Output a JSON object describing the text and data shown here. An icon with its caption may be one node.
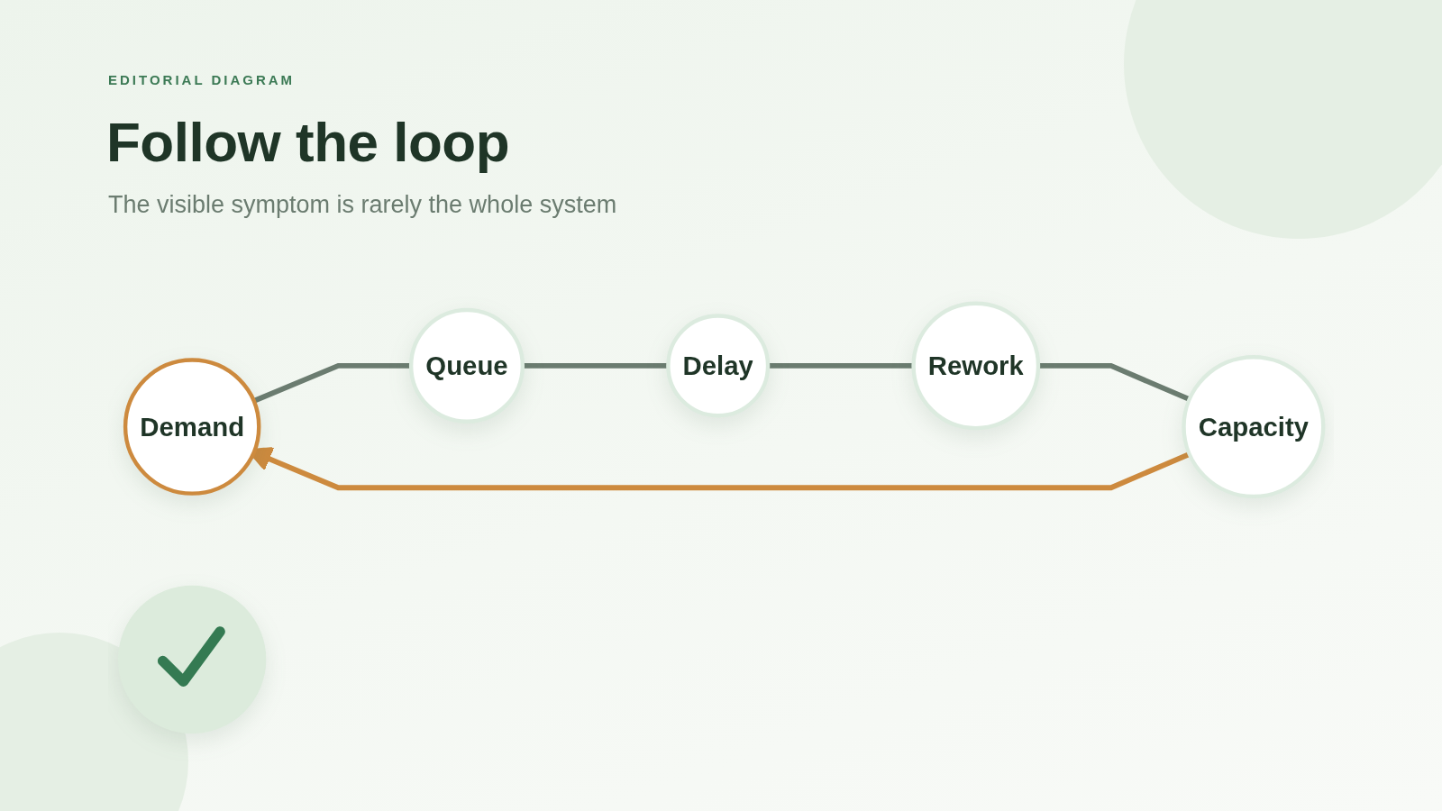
{
  "diagram": {
    "title": "Follow the loop",
    "nodes": [
      {
        "text": [
          "Demand"
        ]
      },
      {
        "text": [
          "Capacity"
        ]
      },
      {
        "text": [
          "Queue"
        ]
      },
      {
        "text": [],
        "shape": "circle"
      },
      {
        "text": [
          "Rework"
        ]
      },
      {
        "text": [
          "Delay"
        ]
      }
    ],
    "edges": [
      {
        "from": 0,
        "to": 2,
        "arrow": "none"
      },
      {
        "from": 2,
        "to": 5,
        "arrow": "none"
      },
      {
        "from": 5,
        "to": 4,
        "arrow": "none"
      },
      {
        "from": 4,
        "to": 1,
        "arrow": "none"
      },
      {
        "from": 1,
        "to": 0,
        "arrow": "to",
        "color": "#cd8a3e"
      }
    ],
    "labels": [
      "EDITORIAL DIAGRAM",
      "The visible symptom is rarely the whole system"
    ]
  }
}
